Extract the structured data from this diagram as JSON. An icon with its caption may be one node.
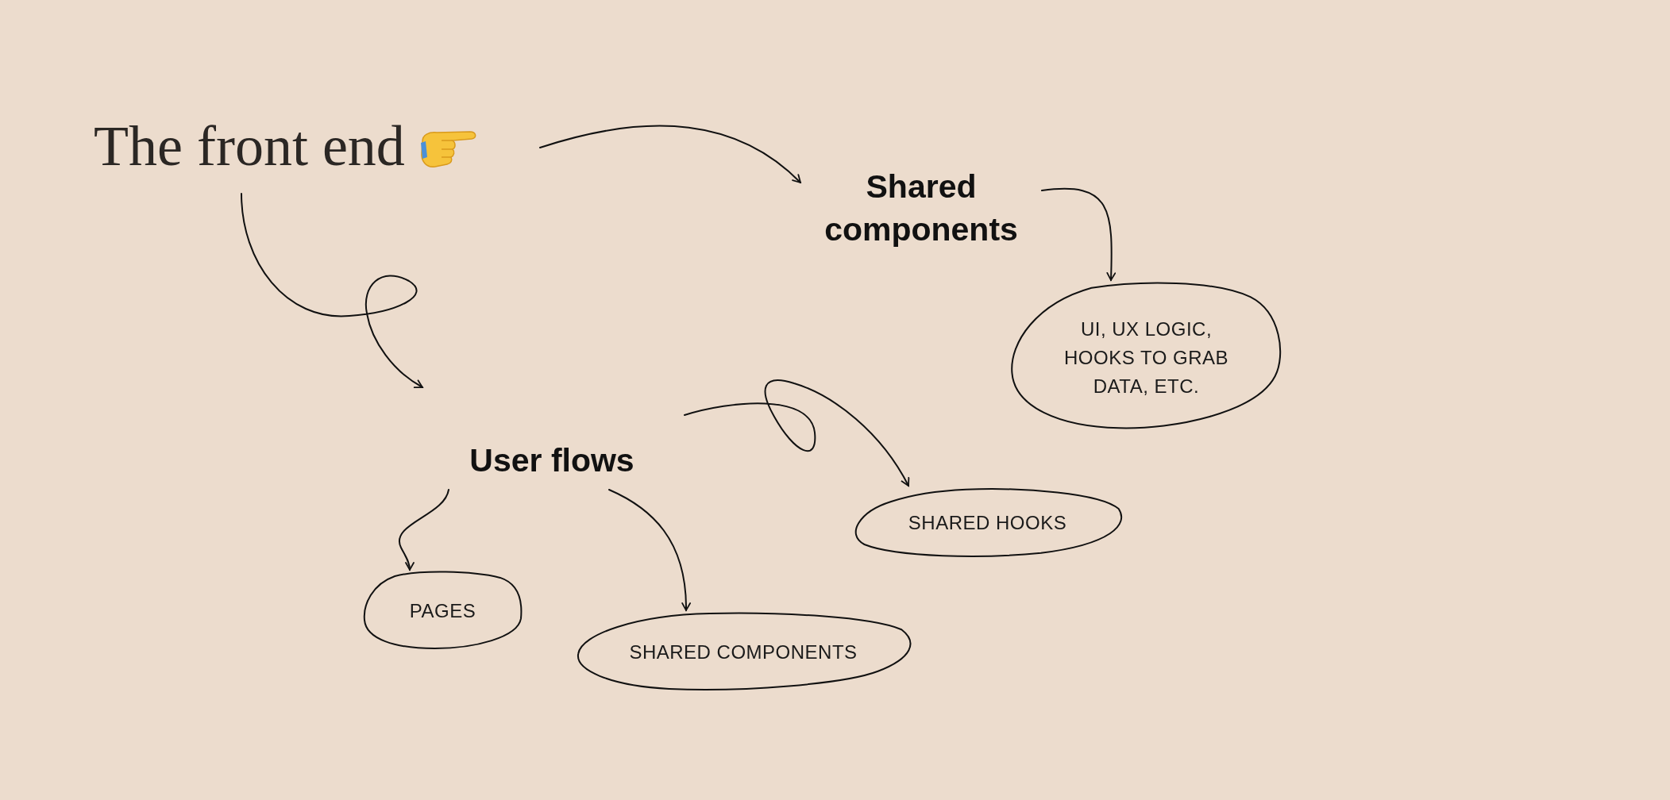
{
  "diagram": {
    "nodes": [
      {
        "text": [
          "The front end"
        ]
      },
      {
        "text": [
          "Shared components"
        ]
      },
      {
        "text": [
          "UI, UX LOGIC, HOOKS TO GRAB DATA, ETC."
        ]
      },
      {
        "text": [
          "User flows"
        ]
      },
      {
        "text": [
          "PAGES"
        ]
      },
      {
        "text": [
          "SHARED COMPONENTS"
        ]
      },
      {
        "text": [
          "SHARED HOOKS"
        ]
      }
    ],
    "edges": [
      {
        "from": 0,
        "to": 1,
        "arrow": "to"
      },
      {
        "from": 1,
        "to": 2,
        "arrow": "to"
      },
      {
        "from": 0,
        "to": 3,
        "arrow": "to"
      },
      {
        "from": 3,
        "to": 6,
        "arrow": "to"
      },
      {
        "from": 3,
        "to": 4,
        "arrow": "to"
      },
      {
        "from": 3,
        "to": 5,
        "arrow": "to"
      }
    ]
  }
}
